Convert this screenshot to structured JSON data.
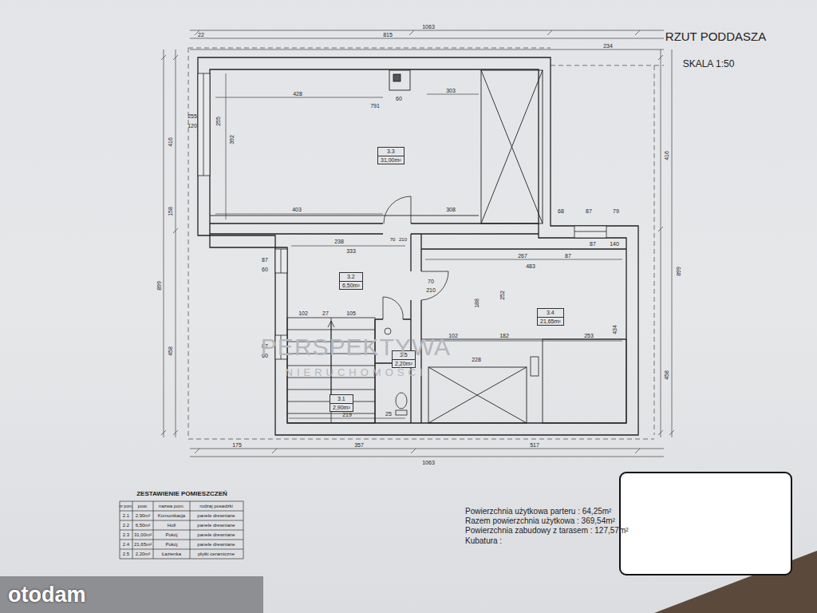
{
  "diagram": {
    "title": "RZUT PODDASZA",
    "nodes": [
      {
        "text": [
          "3.3",
          "31,00m²"
        ]
      },
      {
        "text": [
          "3.2",
          "6,50m²"
        ]
      },
      {
        "text": [
          "3.4",
          "21,65m²"
        ]
      },
      {
        "text": [
          "3.5",
          "2,20m²"
        ]
      },
      {
        "text": [
          "3.1",
          "2,90m²"
        ]
      }
    ],
    "labels": [
      "SKALA 1:50",
      "22",
      "815",
      "1063",
      "234",
      "428",
      "791",
      "60",
      "303",
      "255",
      "392",
      "403",
      "308",
      "255",
      "120",
      "416",
      "158",
      "899",
      "458",
      "87",
      "60",
      "87",
      "60",
      "238",
      "333",
      "70",
      "210",
      "70",
      "210",
      "267",
      "87",
      "483",
      "252",
      "188",
      "182",
      "253",
      "102",
      "228",
      "434",
      "68",
      "87",
      "79",
      "87",
      "140",
      "416",
      "899",
      "458",
      "102",
      "27",
      "105",
      "219",
      "25",
      "175",
      "357",
      "517",
      "1063",
      "PERSPEKTYWA",
      "NIERUCHOMOŚCI",
      "ZESTAWIENIE POMIESZCZEŃ",
      "nr pom.",
      "pow.",
      "nazwa pom.",
      "rodzaj posadzki",
      "2.1",
      "2,90m²",
      "Komunikacja",
      "panele drewniane",
      "2.2",
      "6,50m²",
      "Holl",
      "panele drewniane",
      "2.3",
      "31,00m²",
      "Pokój",
      "panele drewniane",
      "2.4",
      "21,65m²",
      "Pokój",
      "panele drewniane",
      "2.5",
      "2,20m²",
      "Łazienka",
      "płytki ceramiczne",
      "Powierzchnia użytkowa parteru : 64,25m²",
      "Razem powierzchnia użytkowa : 369,54m²",
      "Powierzchnia zabudowy z tarasem : 127,57m²",
      "Kubatura :",
      "otodam"
    ]
  }
}
